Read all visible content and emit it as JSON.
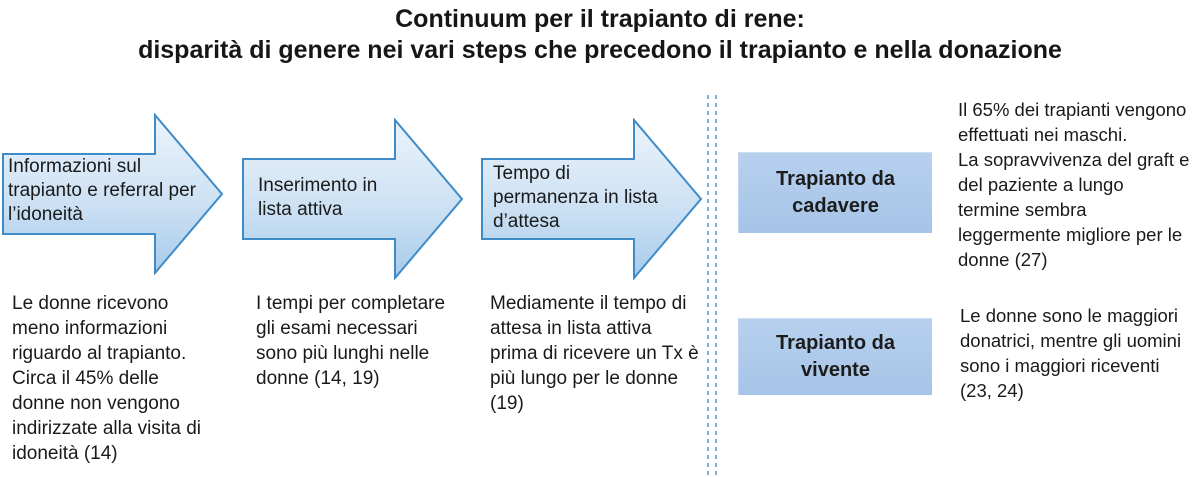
{
  "title": {
    "line1": "Continuum per il trapianto di rene:",
    "line2": "disparità di genere nei vari steps che precedono il trapianto e nella donazione"
  },
  "steps": [
    {
      "arrow_label": "Informazioni sul\ntrapianto e referral per\nl’idoneità",
      "note": "Le donne ricevono\nmeno informazioni\nriguardo al trapianto.\nCirca il 45% delle\ndonne non vengono\nindirizzate alla visita di\nidoneità (14)"
    },
    {
      "arrow_label": "Inserimento in\nlista attiva",
      "note": "I tempi per completare\ngli esami necessari\nsono più lunghi nelle\ndonne (14, 19)"
    },
    {
      "arrow_label": "Tempo di\npermanenza in lista\nd’attesa",
      "note": "Mediamente il tempo di\nattesa in lista attiva\nprima di ricevere un Tx è\npiù lungo per le donne\n(19)"
    }
  ],
  "transplant_types": [
    {
      "label": "Trapianto da cadavere",
      "note": "Il 65% dei trapianti vengono\neffettuati nei maschi.\nLa sopravvivenza del graft e\ndel paziente a lungo\ntermine  sembra\nleggermente migliore per le\ndonne (27)"
    },
    {
      "label": "Trapianto da vivente",
      "note": "Le donne sono le maggiori\ndonatrici, mentre gli uomini\nsono i maggiori riceventi\n(23, 24)"
    }
  ],
  "colors": {
    "arrow_border": "#3e8bc8",
    "arrow_fill_top": "#ecf4fb",
    "arrow_fill_bottom": "#a7cbea",
    "type_box_fill": "#aec9e9",
    "divider": "#7fb1d9",
    "text": "#1a1a1a"
  }
}
